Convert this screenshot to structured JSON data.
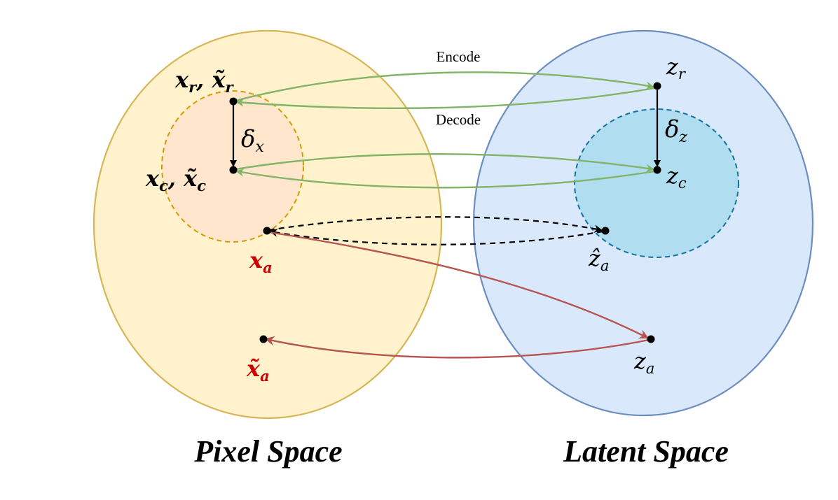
{
  "colors": {
    "pixel_fill": "#fff2cc",
    "pixel_stroke": "#d6b656",
    "pixel_inner_fill": "#ffe6cc",
    "pixel_inner_stroke": "#d79b00",
    "latent_fill": "#dae8fc",
    "latent_stroke": "#6c8ebf",
    "latent_inner_fill": "#b1ddf0",
    "latent_inner_stroke": "#10739e",
    "encode_decode_arrow": "#82b366",
    "adversarial_arrow": "#b85450",
    "dashed_arrow": "#000000",
    "adv_label": "#cc0000",
    "text": "#000000"
  },
  "labels": {
    "encode": "Encode",
    "decode": "Decode",
    "pixel_space": "Pixel Space",
    "latent_space": "Latent Space"
  },
  "points": {
    "x_r": {
      "main": "x",
      "sub": "r",
      "tilde_main": "x̃",
      "tilde_sub": "r"
    },
    "x_c": {
      "main": "x",
      "sub": "c",
      "tilde_main": "x̃",
      "tilde_sub": "c"
    },
    "x_a": {
      "main": "x",
      "sub": "a"
    },
    "x_tilde_a": {
      "main": "x̃",
      "sub": "a"
    },
    "z_r": {
      "main": "z",
      "sub": "r"
    },
    "z_c": {
      "main": "z",
      "sub": "c"
    },
    "z_hat_a": {
      "main": "ẑ",
      "sub": "a"
    },
    "z_a": {
      "main": "z",
      "sub": "a"
    },
    "delta_x": {
      "main": "δ",
      "sub": "x"
    },
    "delta_z": {
      "main": "δ",
      "sub": "z"
    }
  }
}
